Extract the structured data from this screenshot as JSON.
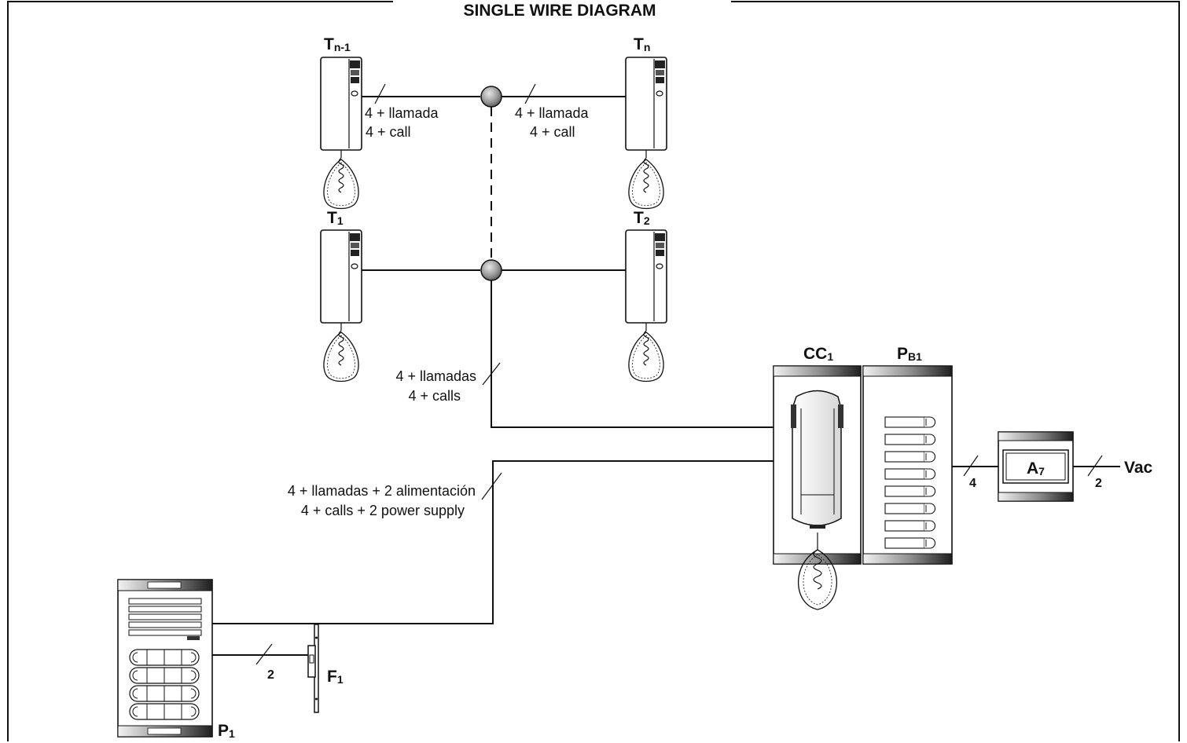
{
  "title": "SINGLE WIRE DIAGRAM",
  "devices": {
    "tn1": {
      "main": "T",
      "sub": "n-1"
    },
    "tn": {
      "main": "T",
      "sub": "n"
    },
    "t1": {
      "main": "T",
      "sub": "1"
    },
    "t2": {
      "main": "T",
      "sub": "2"
    },
    "cc1": {
      "main": "CC",
      "sub": "1"
    },
    "pb1": {
      "main": "P",
      "sub": "B1"
    },
    "a7": {
      "main": "A",
      "sub": "7"
    },
    "p1": {
      "main": "P",
      "sub": "1"
    },
    "f1": {
      "main": "F",
      "sub": "1"
    },
    "vac": "Vac"
  },
  "wires": {
    "top_left_es": "4 + llamada",
    "top_left_en": "4 + call",
    "top_right_es": "4 + llamada",
    "top_right_en": "4 + call",
    "riser_es": "4 + llamadas",
    "riser_en": "4 + calls",
    "panel_es": "4 + llamadas + 2 alimentación",
    "panel_en": "4 + calls + 2 power supply",
    "cc_to_a7": "4",
    "a7_to_vac": "2",
    "p1_to_f1": "2"
  }
}
